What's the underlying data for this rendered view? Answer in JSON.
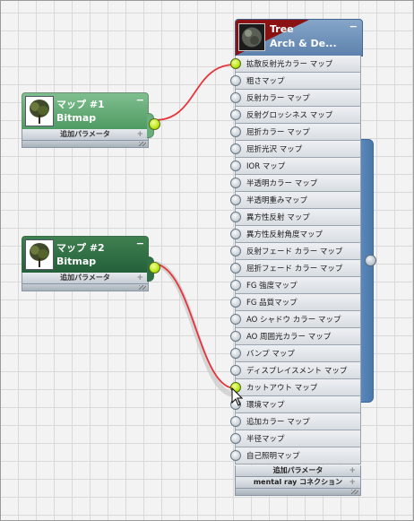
{
  "colors": {
    "wire": "#e6333b",
    "wire_shadow": "#c8c8c8",
    "active_port": "#b9e617",
    "material_header": "#5d82ad",
    "map1_header": "#4f9a62",
    "map2_header": "#24603a"
  },
  "map_nodes": [
    {
      "id": "map1",
      "title": "マップ #1",
      "subtitle": "Bitmap",
      "minimize": "−",
      "footer": "追加パラメータ",
      "footer_plus": "+",
      "icon": "tree-thumbnail-icon",
      "selected": false
    },
    {
      "id": "map2",
      "title": "マップ #2",
      "subtitle": "Bitmap",
      "minimize": "−",
      "footer": "追加パラメータ",
      "footer_plus": "+",
      "icon": "tree-thumbnail-icon",
      "selected": true
    }
  ],
  "material": {
    "title": "Tree",
    "subtitle": "Arch & De...",
    "minimize": "−",
    "icon": "material-sphere-icon",
    "slots": [
      {
        "label": "拡散反射光カラー マップ",
        "connected": true
      },
      {
        "label": "粗さマップ",
        "connected": false
      },
      {
        "label": "反射カラー マップ",
        "connected": false
      },
      {
        "label": "反射グロッシネス マップ",
        "connected": false
      },
      {
        "label": "屈折カラー マップ",
        "connected": false
      },
      {
        "label": "屈折光沢 マップ",
        "connected": false
      },
      {
        "label": "IOR マップ",
        "connected": false
      },
      {
        "label": "半透明カラー マップ",
        "connected": false
      },
      {
        "label": "半透明重みマップ",
        "connected": false
      },
      {
        "label": "異方性反射 マップ",
        "connected": false
      },
      {
        "label": "異方性反射角度マップ",
        "connected": false
      },
      {
        "label": "反射フェード カラー マップ",
        "connected": false
      },
      {
        "label": "屈折フェード カラー マップ",
        "connected": false
      },
      {
        "label": "FG 強度マップ",
        "connected": false
      },
      {
        "label": "FG 品質マップ",
        "connected": false
      },
      {
        "label": "AO シャドウ カラー マップ",
        "connected": false
      },
      {
        "label": "AO 周囲光カラー マップ",
        "connected": false
      },
      {
        "label": "バンプ マップ",
        "connected": false
      },
      {
        "label": "ディスプレイスメント マップ",
        "connected": false
      },
      {
        "label": "カットアウト マップ",
        "connected": true
      },
      {
        "label": "環境マップ",
        "connected": false
      },
      {
        "label": "追加カラー マップ",
        "connected": false
      },
      {
        "label": "半径マップ",
        "connected": false
      },
      {
        "label": "自己照明マップ",
        "connected": false
      }
    ],
    "footers": [
      {
        "label": "追加パラメータ",
        "plus": "+"
      },
      {
        "label": "mental ray コネクション",
        "plus": "+"
      }
    ]
  }
}
